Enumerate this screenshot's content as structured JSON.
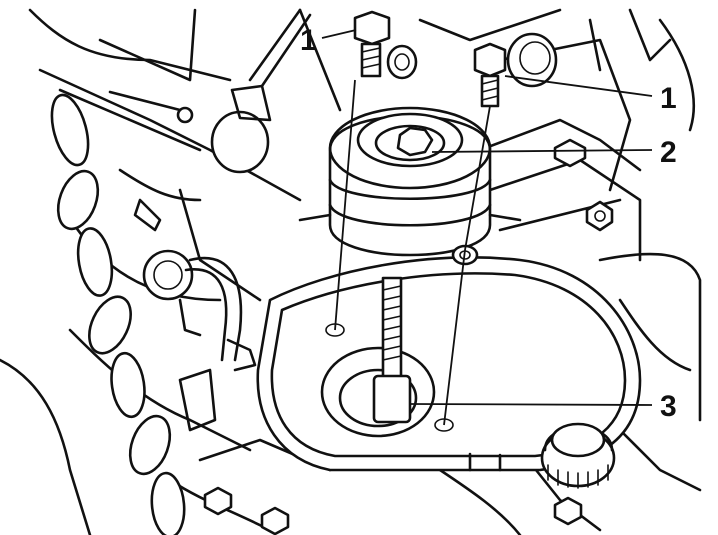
{
  "callouts": [
    {
      "id": "bolt-left",
      "label": "1"
    },
    {
      "id": "bolt-right",
      "label": "1"
    },
    {
      "id": "nut",
      "label": "2"
    },
    {
      "id": "stud",
      "label": "3"
    }
  ],
  "colors": {
    "line": "#111111",
    "background": "#ffffff"
  }
}
